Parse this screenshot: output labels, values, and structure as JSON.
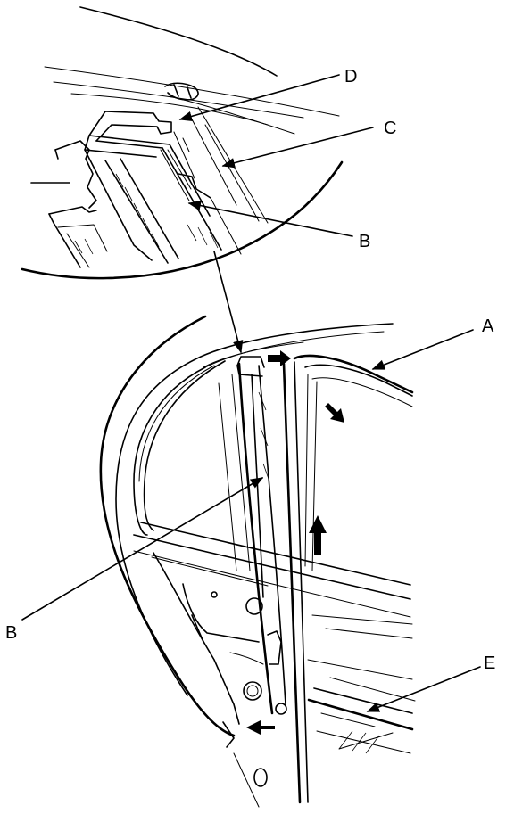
{
  "labels": {
    "a": "A",
    "b_upper": "B",
    "b_lower": "B",
    "c": "C",
    "d": "D",
    "e": "E"
  },
  "colors": {
    "line": "#000000",
    "background": "#ffffff"
  }
}
